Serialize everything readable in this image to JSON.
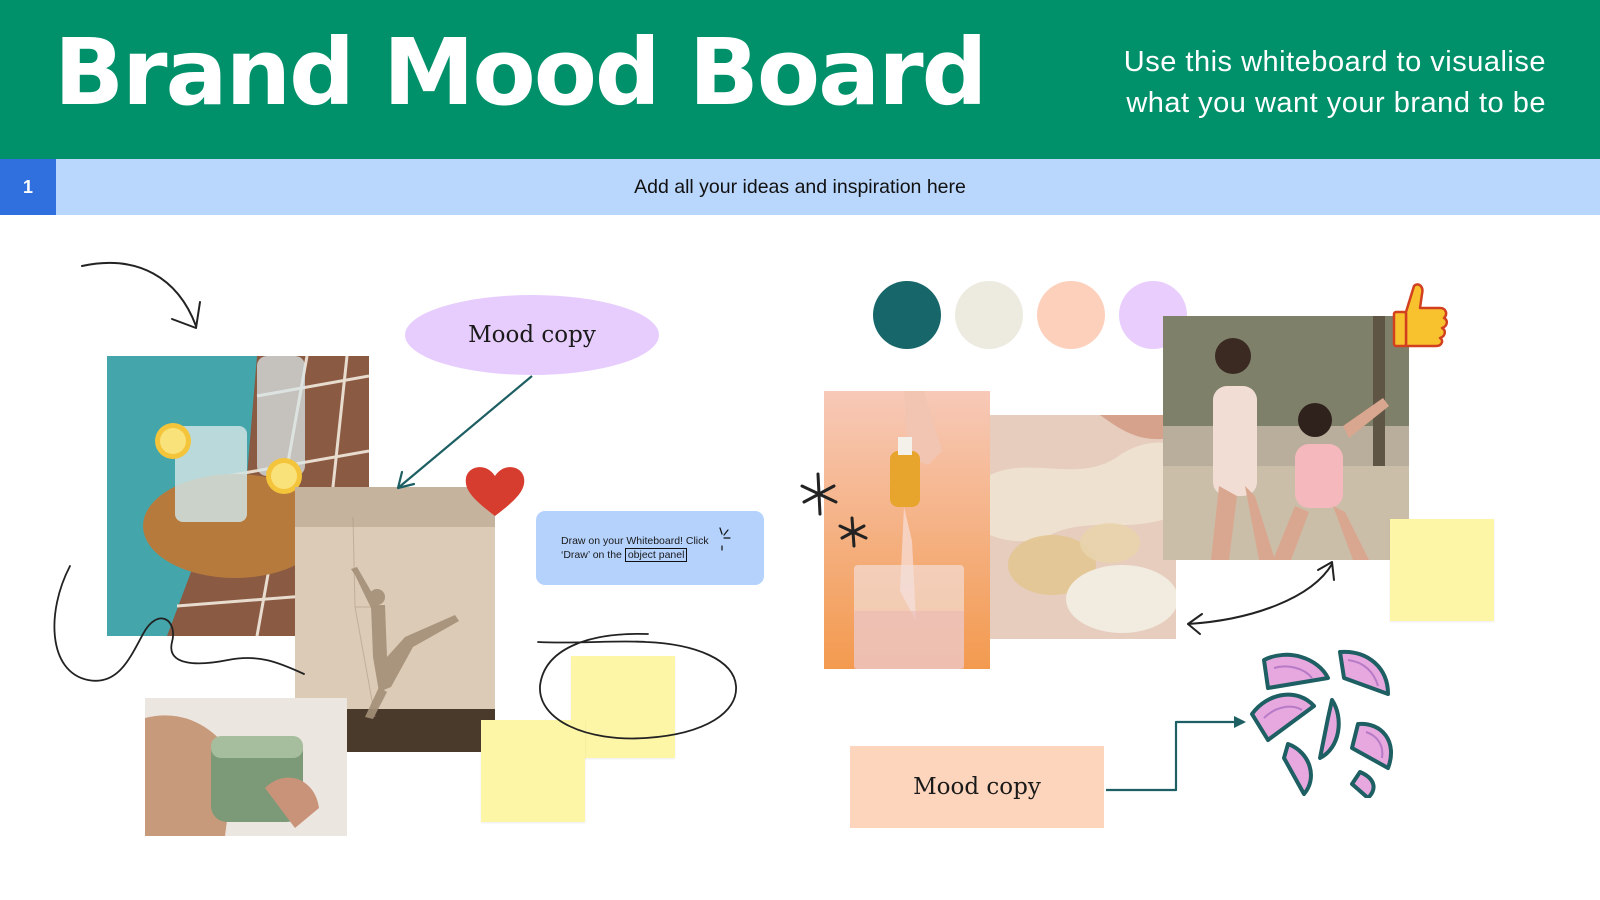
{
  "header": {
    "title": "Brand Mood Board",
    "subtitle_line1": "Use this whiteboard to visualise",
    "subtitle_line2": "what you want your brand to be",
    "background": "#00916a"
  },
  "page_bar": {
    "page_number": "1",
    "instruction": "Add all your ideas and inspiration here",
    "bar_color": "#b9d6fd",
    "number_color": "#2f6fde"
  },
  "mood_copy_oval": {
    "text": "Mood copy",
    "color": "#e7cdfd"
  },
  "mood_copy_rect": {
    "text": "Mood copy",
    "color": "#fdd4bc"
  },
  "tip_card": {
    "line1": "Draw on your Whiteboard! Click",
    "line2_prefix": "‘Draw’ on the ",
    "line2_boxed": "object panel",
    "color": "#b5d2fd"
  },
  "palette": [
    {
      "name": "deep-teal",
      "hex": "#176669"
    },
    {
      "name": "cream",
      "hex": "#edebe0"
    },
    {
      "name": "peach",
      "hex": "#fdd0bc"
    },
    {
      "name": "lilac",
      "hex": "#e9cdfd"
    }
  ],
  "stickers": {
    "heart": "heart-icon",
    "thumbs_up": "thumbs-up-icon",
    "asterisks": "asterisk-icon",
    "citrus": "grapefruit-slices-icon"
  },
  "photos": [
    "pool-drink-photo",
    "silhouette-curtain-photo",
    "green-scrub-jar-photo",
    "serum-dropper-photo",
    "cream-texture-photo",
    "swimwear-models-photo"
  ],
  "sticky_note_color": "#fdf6a6",
  "connector_color": "#1d5f63"
}
